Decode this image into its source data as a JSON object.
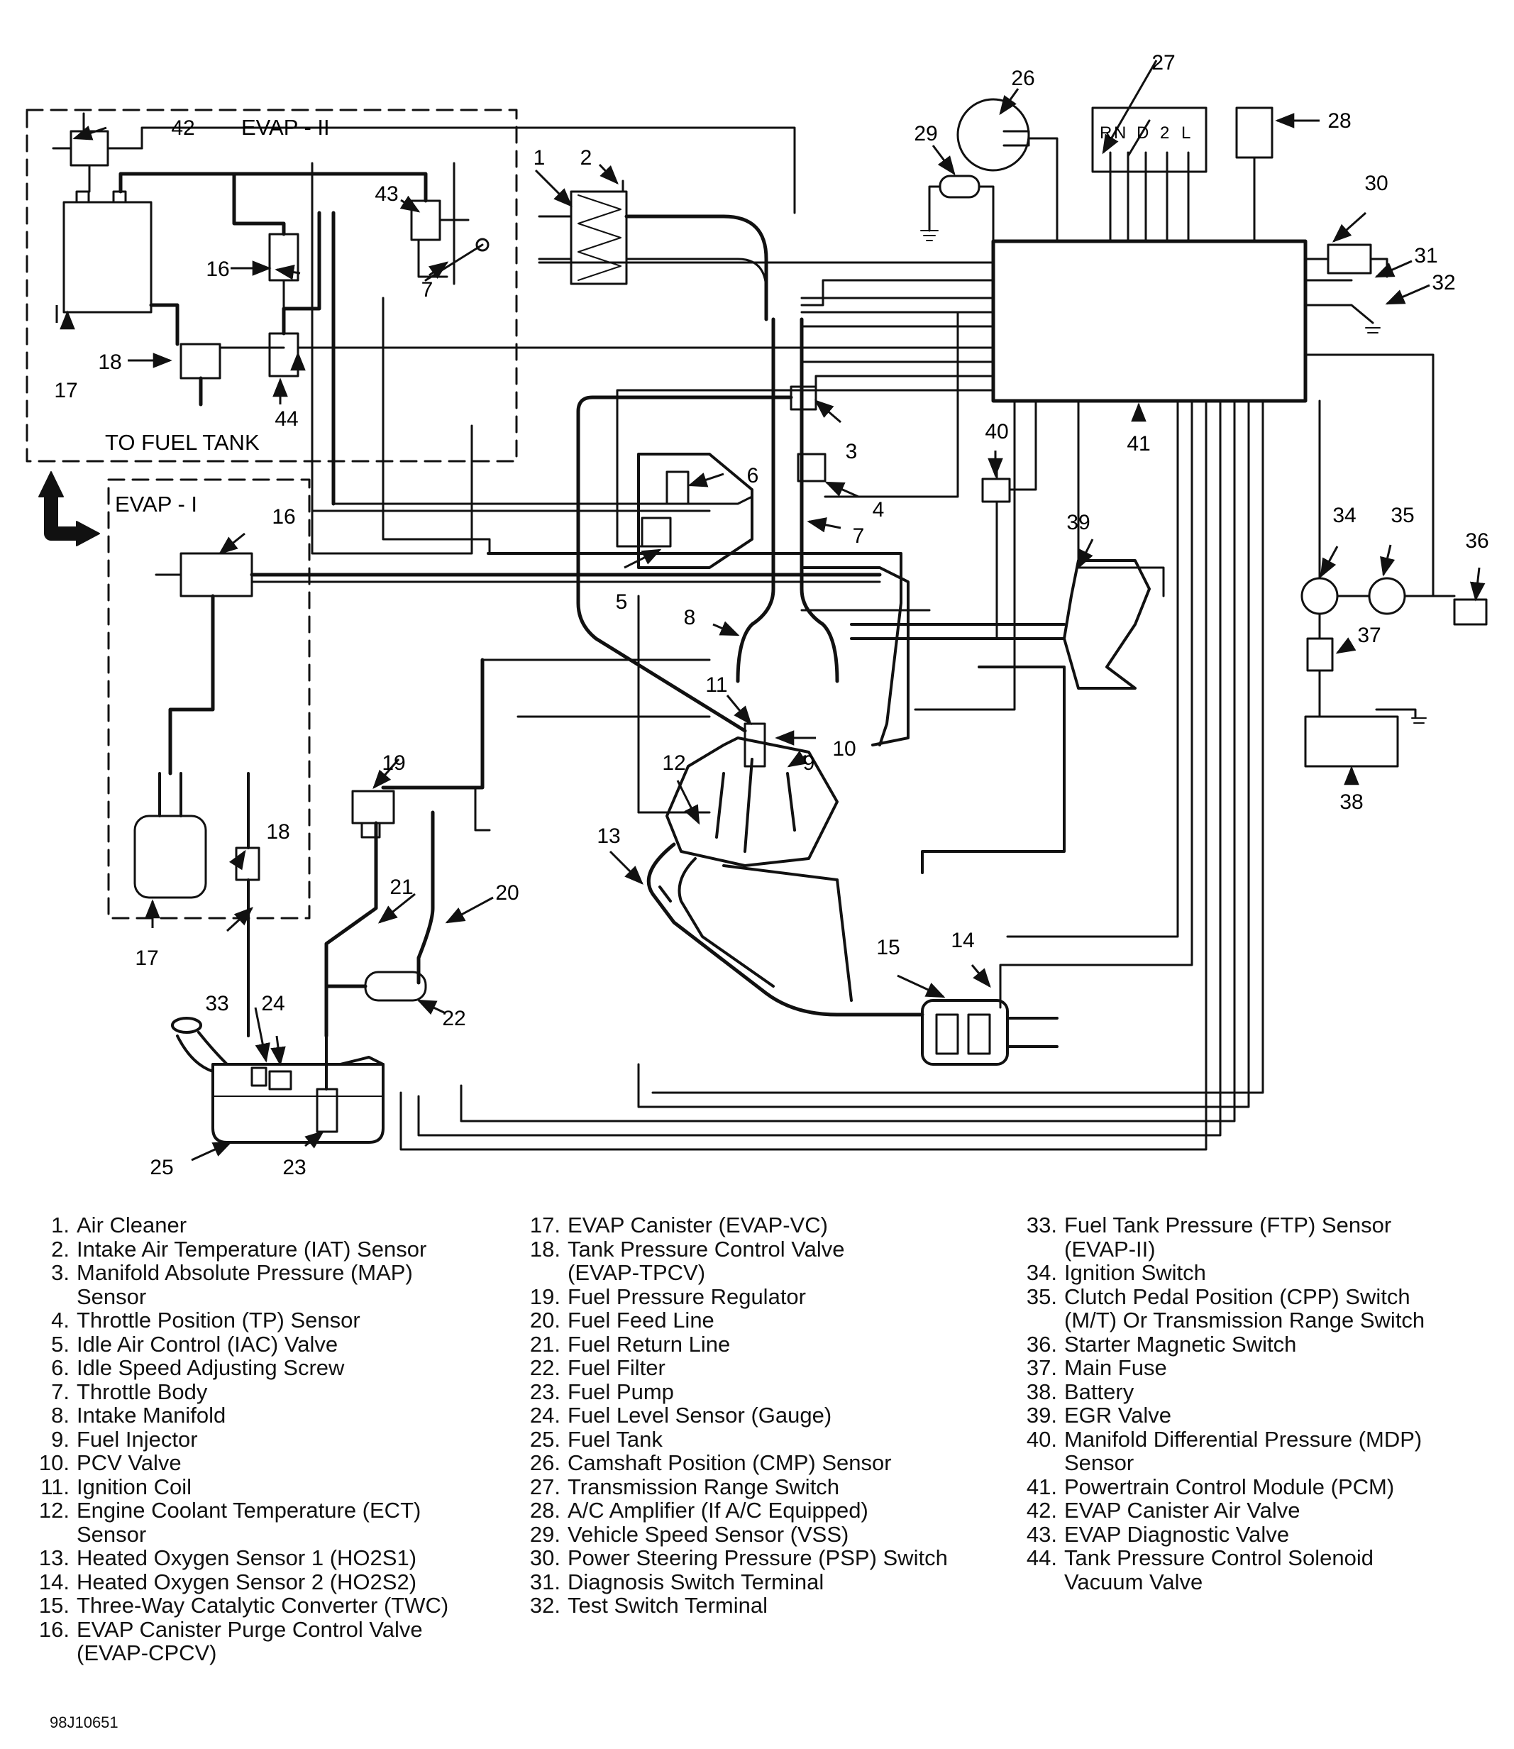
{
  "figure_id": "98J10651",
  "box_labels": {
    "evap_ii": "EVAP - II",
    "evap_i": "EVAP - I",
    "to_fuel_tank": "TO FUEL TANK"
  },
  "switch_positions": [
    "R",
    "N",
    "D",
    "2",
    "L"
  ],
  "callouts": [
    "1",
    "2",
    "3",
    "4",
    "5",
    "6",
    "7",
    "7",
    "8",
    "9",
    "10",
    "11",
    "12",
    "13",
    "14",
    "15",
    "16",
    "16",
    "17",
    "17",
    "18",
    "18",
    "19",
    "20",
    "21",
    "22",
    "23",
    "24",
    "25",
    "26",
    "27",
    "28",
    "29",
    "30",
    "31",
    "32",
    "33",
    "34",
    "35",
    "36",
    "37",
    "38",
    "39",
    "40",
    "41",
    "42",
    "43",
    "44"
  ],
  "legend": {
    "col1": [
      {
        "num": "1.",
        "text": "Air Cleaner"
      },
      {
        "num": "2.",
        "text": "Intake Air Temperature (IAT) Sensor"
      },
      {
        "num": "3.",
        "text": "Manifold Absolute Pressure (MAP)\nSensor"
      },
      {
        "num": "4.",
        "text": "Throttle Position (TP) Sensor"
      },
      {
        "num": "5.",
        "text": "Idle Air Control (IAC) Valve"
      },
      {
        "num": "6.",
        "text": "Idle Speed Adjusting Screw"
      },
      {
        "num": "7.",
        "text": "Throttle Body"
      },
      {
        "num": "8.",
        "text": "Intake Manifold"
      },
      {
        "num": "9.",
        "text": "Fuel Injector"
      },
      {
        "num": "10.",
        "text": "PCV Valve"
      },
      {
        "num": "11.",
        "text": "Ignition Coil"
      },
      {
        "num": "12.",
        "text": "Engine Coolant Temperature (ECT)\nSensor"
      },
      {
        "num": "13.",
        "text": "Heated Oxygen Sensor 1 (HO2S1)"
      },
      {
        "num": "14.",
        "text": "Heated Oxygen Sensor 2 (HO2S2)"
      },
      {
        "num": "15.",
        "text": "Three-Way Catalytic Converter (TWC)"
      },
      {
        "num": "16.",
        "text": "EVAP Canister Purge Control Valve\n(EVAP-CPCV)"
      }
    ],
    "col2": [
      {
        "num": "17.",
        "text": "EVAP Canister (EVAP-VC)"
      },
      {
        "num": "18.",
        "text": "Tank Pressure Control Valve\n(EVAP-TPCV)"
      },
      {
        "num": "19.",
        "text": "Fuel Pressure Regulator"
      },
      {
        "num": "20.",
        "text": "Fuel Feed Line"
      },
      {
        "num": "21.",
        "text": "Fuel Return Line"
      },
      {
        "num": "22.",
        "text": "Fuel Filter"
      },
      {
        "num": "23.",
        "text": "Fuel Pump"
      },
      {
        "num": "24.",
        "text": "Fuel Level Sensor (Gauge)"
      },
      {
        "num": "25.",
        "text": "Fuel Tank"
      },
      {
        "num": "26.",
        "text": "Camshaft Position (CMP) Sensor"
      },
      {
        "num": "27.",
        "text": "Transmission Range Switch"
      },
      {
        "num": "28.",
        "text": "A/C Amplifier (If A/C Equipped)"
      },
      {
        "num": "29.",
        "text": "Vehicle Speed Sensor (VSS)"
      },
      {
        "num": "30.",
        "text": "Power Steering Pressure (PSP) Switch"
      },
      {
        "num": "31.",
        "text": "Diagnosis Switch Terminal"
      },
      {
        "num": "32.",
        "text": "Test Switch Terminal"
      }
    ],
    "col3": [
      {
        "num": "33.",
        "text": "Fuel Tank Pressure (FTP) Sensor\n(EVAP-II)"
      },
      {
        "num": "34.",
        "text": "Ignition Switch"
      },
      {
        "num": "35.",
        "text": "Clutch Pedal Position (CPP) Switch\n(M/T) Or Transmission Range Switch"
      },
      {
        "num": "36.",
        "text": "Starter Magnetic Switch"
      },
      {
        "num": "37.",
        "text": "Main Fuse"
      },
      {
        "num": "38.",
        "text": "Battery"
      },
      {
        "num": "39.",
        "text": "EGR Valve"
      },
      {
        "num": "40.",
        "text": "Manifold Differential Pressure (MDP)\nSensor"
      },
      {
        "num": "41.",
        "text": "Powertrain Control Module (PCM)"
      },
      {
        "num": "42.",
        "text": "EVAP Canister Air Valve"
      },
      {
        "num": "43.",
        "text": "EVAP Diagnostic Valve"
      },
      {
        "num": "44.",
        "text": "Tank Pressure Control Solenoid\nVacuum Valve"
      }
    ]
  }
}
